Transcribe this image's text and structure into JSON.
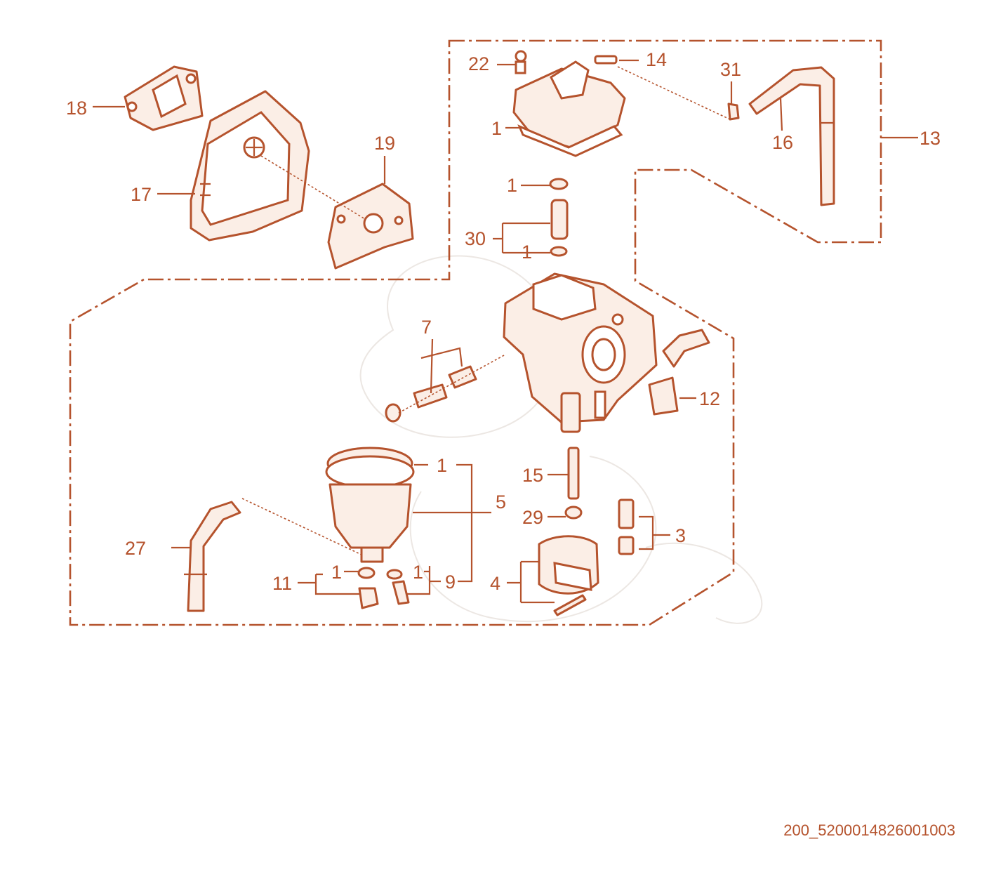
{
  "colors": {
    "ink": "#b5532d",
    "background": "#ffffff"
  },
  "labels": {
    "l22": "22",
    "l14": "14",
    "l31": "31",
    "l18": "18",
    "l1_top": "1",
    "l16": "16",
    "l13": "13",
    "l19": "19",
    "l17": "17",
    "l1_washer_a": "1",
    "l30": "30",
    "l1_washer_b": "1",
    "l7": "7",
    "l12": "12",
    "l1_bowl": "1",
    "l15": "15",
    "l5": "5",
    "l29": "29",
    "l3": "3",
    "l27": "27",
    "l1_drain": "1",
    "l1_plug": "1",
    "l11": "11",
    "l9": "9",
    "l4": "4"
  },
  "diagram_code": "200_5200014826001003"
}
